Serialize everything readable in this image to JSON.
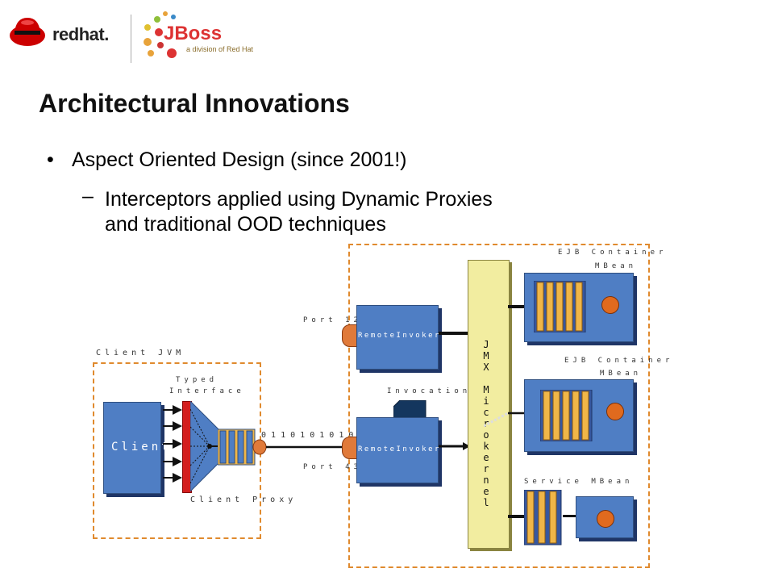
{
  "header": {
    "redhat_label": "redhat.",
    "jboss_label": "JBoss",
    "jboss_tagline": "a division of Red Hat"
  },
  "slide": {
    "title": "Architectural Innovations",
    "bullets": [
      {
        "text": "Aspect Oriented Design (since 2001!)",
        "sub": [
          "Interceptors applied using Dynamic Proxies",
          "and traditional OOD techniques"
        ]
      }
    ]
  },
  "diagram": {
    "client_jvm_label": "Client JVM",
    "client_label": "Client",
    "typed_interface_label_1": "Typed",
    "typed_interface_label_2": "Interface",
    "client_proxy_label": "Client Proxy",
    "bits_label": "0 1 1 0 1 0 1 0 1 0 1",
    "port_top_label": "Port 1234",
    "port_bottom_label": "Port 4321",
    "invoker_top_label": "RemoteInvoker",
    "invoker_bottom_label": "RemoteInvoker",
    "invocation_label": "Invocation",
    "jmx_label": "JMX Microkernel",
    "ejb_container_1_line1": "EJB Container",
    "ejb_container_1_line2": "MBean",
    "ejb_container_2_line1": "EJB Container",
    "ejb_container_2_line2": "MBean",
    "service_mbean_label": "Service MBean"
  },
  "colors": {
    "accent_red": "#cc2222",
    "orange": "#e08a2e",
    "box_blue": "#4f7ec4",
    "bus_yellow": "#f2eda0"
  }
}
